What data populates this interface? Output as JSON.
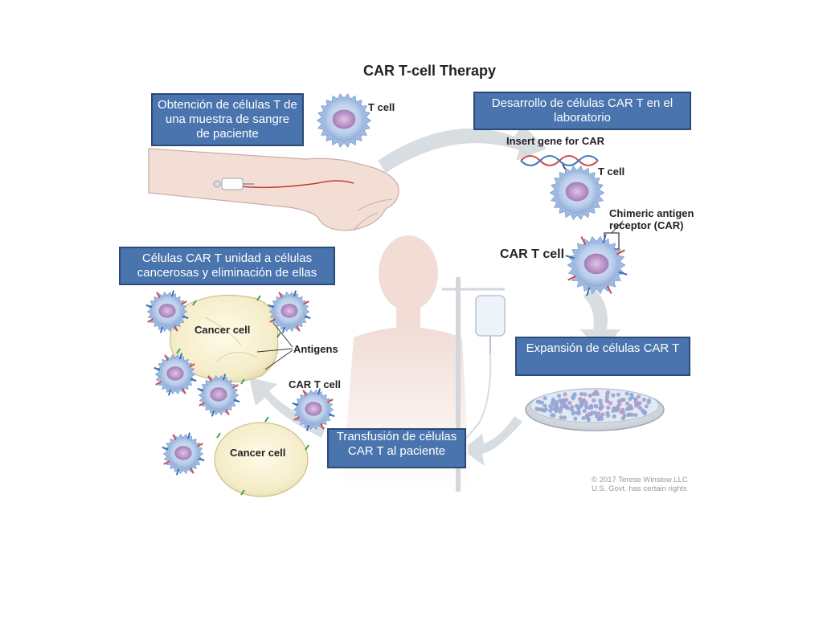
{
  "title": "CAR T-cell Therapy",
  "callouts": {
    "collection": "Obtención de células T de una muestra de sangre de paciente",
    "development": "Desarrollo de células CAR T en el laboratorio",
    "binding": "Células CAR T  unidad  a células cancerosas y eliminación de ellas",
    "expansion": "Expansión de células CAR T",
    "transfusion": "Transfusión de células CAR T  al paciente"
  },
  "labels": {
    "t_cell_top": "T cell",
    "insert_gene": "Insert gene for CAR",
    "t_cell_lab": "T cell",
    "chimeric_line1": "Chimeric antigen",
    "chimeric_line2": "receptor (CAR)",
    "car_t_cell_main": "CAR T cell",
    "cancer_cell_top": "Cancer cell",
    "antigens": "Antigens",
    "car_t_cell_small": "CAR T cell",
    "cancer_cell_bottom": "Cancer cell"
  },
  "credit": {
    "line1": "© 2017 Terese Winslow LLC",
    "line2": "U.S. Govt. has certain rights"
  },
  "colors": {
    "callout_fill": "#4a74ad",
    "callout_border": "#2b4a78",
    "cell_blue": "#a9c3e8",
    "cell_nucleus": "#b58cc7",
    "skin": "#f3ded6",
    "arrow_gray": "#d8dde2"
  }
}
